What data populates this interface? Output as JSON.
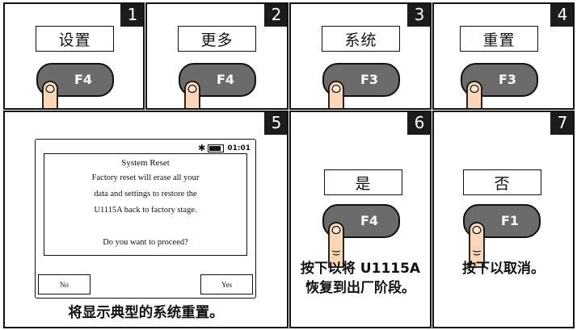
{
  "steps": [
    {
      "number": "1",
      "label": "设置",
      "key": "F4"
    },
    {
      "number": "2",
      "label": "更多",
      "key": "F4"
    },
    {
      "number": "3",
      "label": "系统",
      "key": "F3"
    },
    {
      "number": "4",
      "label": "重置",
      "key": "F3"
    },
    {
      "number": "5",
      "caption": "将显示典型的系统重置。"
    },
    {
      "number": "6",
      "label": "是",
      "key": "F4",
      "caption_line1": "按下以将 U1115A",
      "caption_line2": "恢复到出厂阶段。"
    },
    {
      "number": "7",
      "label": "否",
      "key": "F1",
      "caption": "按下以取消。"
    }
  ],
  "screen": {
    "status_icon": "bluetooth-icon",
    "time": "01:01",
    "dialog_title": "System Reset",
    "dialog_lines": [
      "Factory reset will erase all your",
      "data and settings to restore the",
      "U1115A back to factory stage.",
      "",
      "Do you want to proceed?"
    ],
    "softkey_left": "No",
    "softkey_right": "Yes"
  },
  "colors": {
    "key_fill": "#6b6b6b",
    "skin": "#fbd7b7",
    "outline": "#111111"
  }
}
